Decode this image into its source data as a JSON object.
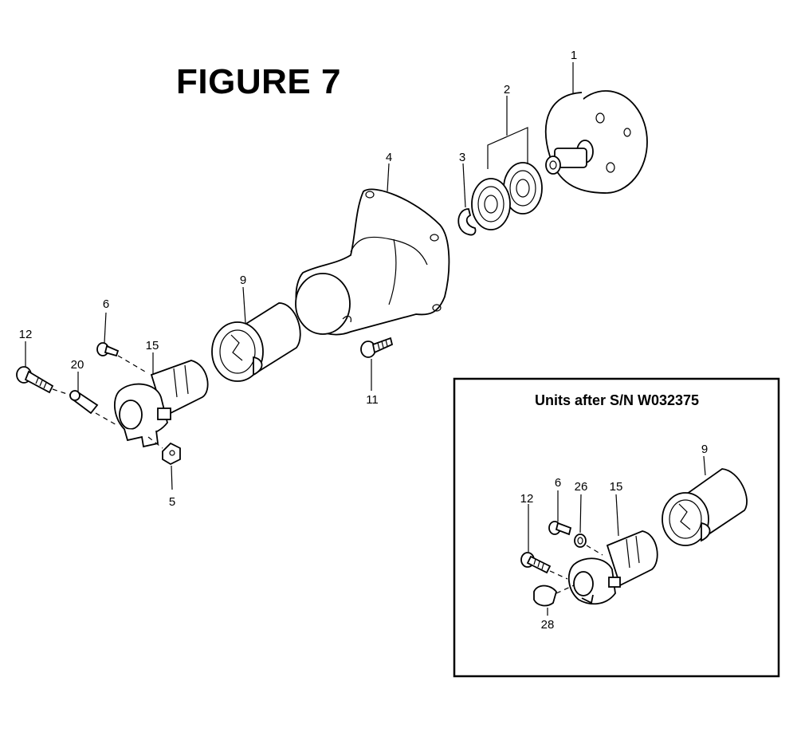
{
  "figure_title": "FIGURE 7",
  "inset": {
    "title": "Units after S/N W032375"
  },
  "callouts": {
    "main": {
      "p1": "1",
      "p2": "2",
      "p3": "3",
      "p4": "4",
      "p5": "5",
      "p6": "6",
      "p9": "9",
      "p11": "11",
      "p12": "12",
      "p15": "15",
      "p20": "20"
    },
    "inset": {
      "p6": "6",
      "p9": "9",
      "p12": "12",
      "p15": "15",
      "p26": "26",
      "p28": "28"
    }
  }
}
